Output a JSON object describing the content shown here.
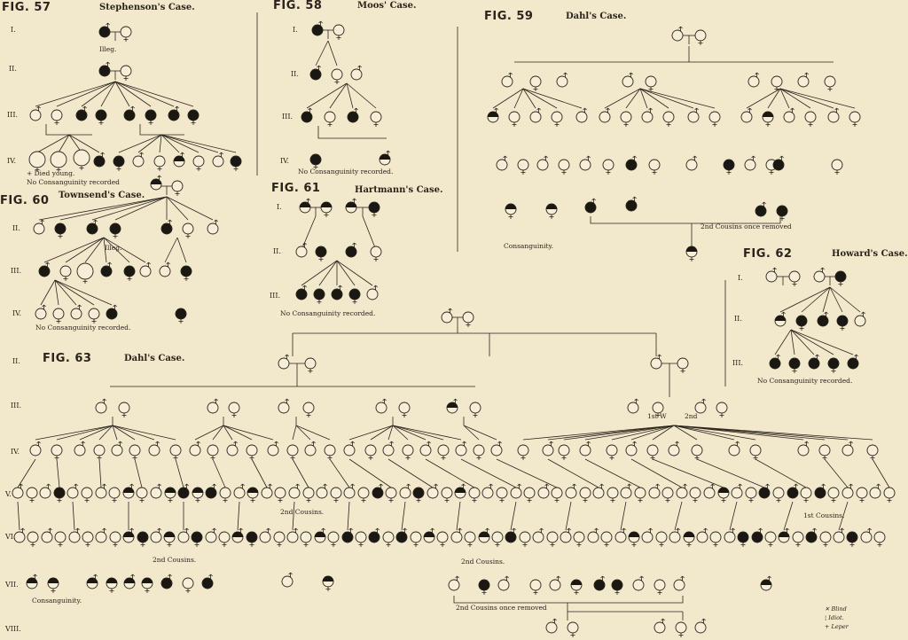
{
  "figures": {
    "fig57": {
      "label": "FIG. 57",
      "title": "Stephenson's Case.",
      "illeg": "Illeg.",
      "died_young": "+ Died young.",
      "no_consanguinity": "No Consanguinity recorded",
      "gen_I": "I.",
      "gen_II": "II.",
      "gen_III": "III.",
      "gen_IV": "IV."
    },
    "fig58": {
      "label": "FIG. 58",
      "title": "Moos' Case.",
      "no_consanguinity": "No Consanguinity recorded.",
      "gen_I": "I.",
      "gen_II": "II.",
      "gen_III": "III.",
      "gen_IV": "IV."
    },
    "fig59": {
      "label": "FIG. 59",
      "title": "Dahl's Case.",
      "cousins_removed": "2nd Cousins once removed",
      "consanguinity": "Consanguinity."
    },
    "fig60": {
      "label": "FIG. 60",
      "title": "Townsend's Case.",
      "illeg": "Illeg.",
      "no_consanguinity": "No Consanguinity recorded.",
      "gen_II": "II.",
      "gen_III": "III.",
      "gen_IV": "IV."
    },
    "fig61": {
      "label": "FIG. 61",
      "title": "Hartmann's Case.",
      "no_consanguinity": "No Consanguinity recorded.",
      "gen_I": "I.",
      "gen_II": "II.",
      "gen_III": "III."
    },
    "fig62": {
      "label": "FIG. 62",
      "title": "Howard's Case.",
      "no_consanguinity": "No Consanguinity recorded.",
      "gen_I": "I.",
      "gen_II": "II.",
      "gen_III": "III."
    },
    "fig63": {
      "label": "FIG. 63",
      "title": "Dahl's Case.",
      "first_w": "1st W",
      "second": "2nd",
      "second_cousins": "2nd Cousins.",
      "first_cousins": "1st Cousins.",
      "second_cousins_b": "2nd Cousins.",
      "second_cousins_c": "2nd Cousins.",
      "second_cousins_removed": "2nd Cousins once removed",
      "consanguinity": "Consanguinity.",
      "gen_II": "II.",
      "gen_III": "III.",
      "gen_IV": "IV.",
      "gen_V": "V.",
      "gen_VI": "VI.",
      "gen_VII": "VII.",
      "gen_VIII": "VIII."
    }
  },
  "legend": {
    "blind": "Blind",
    "idiot": "Idiot.",
    "leper": "Leper"
  },
  "colors": {
    "paper": "#f2e8cc",
    "ink": "#2a241c",
    "affected": "#1b1712"
  }
}
